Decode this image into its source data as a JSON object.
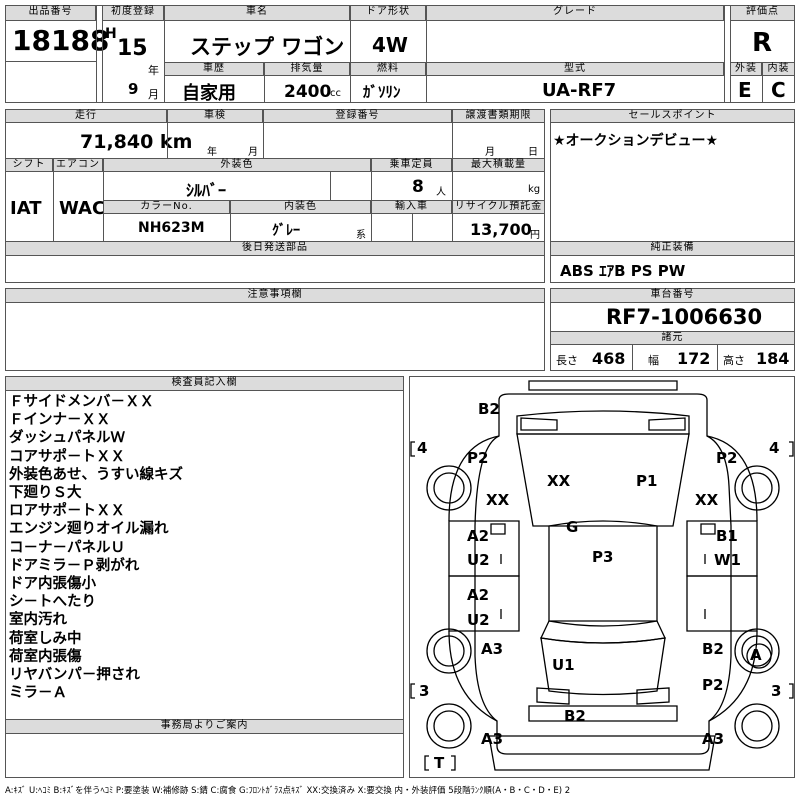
{
  "top": {
    "lot_no_label": "出品番号",
    "lot_no": "18188",
    "first_reg_label": "初度登録",
    "era": "H",
    "year": "15",
    "year_unit": "年",
    "month": "9",
    "month_unit": "月",
    "car_name_label": "車名",
    "car_name": "ステップ ワゴン",
    "door_label": "ドア形状",
    "door": "4W",
    "grade_label": "グレード",
    "grade": "",
    "score_label": "評価点",
    "score": "R",
    "history_label": "車歴",
    "history": "自家用",
    "displacement_label": "排気量",
    "displacement": "2400",
    "displacement_unit": "cc",
    "fuel_label": "燃料",
    "fuel": "ｶﾞｿﾘﾝ",
    "model_label": "型式",
    "model": "UA-RF7",
    "exterior_label": "外装",
    "exterior": "E",
    "interior_label": "内装",
    "interior": "C"
  },
  "mid": {
    "mileage_label": "走行",
    "mileage": "71,840 km",
    "inspection_label": "車検",
    "insp_year_unit": "年",
    "insp_month_unit": "月",
    "reg_no_label": "登録番号",
    "transfer_label": "譲渡書類期限",
    "transfer_month_unit": "月",
    "transfer_day_unit": "日",
    "sales_label": "セールスポイント",
    "sales_point": "★オークションデビュー★",
    "shift_label": "シフト",
    "shift": "IAT",
    "ac_label": "エアコン",
    "ac": "WAC",
    "ext_color_label": "外装色",
    "ext_color": "ｼﾙﾊﾞｰ",
    "capacity_label": "乗車定員",
    "capacity": "8",
    "capacity_unit": "人",
    "load_label": "最大積載量",
    "load_unit": "kg",
    "color_no_label": "カラーNo.",
    "color_no": "NH623M",
    "int_color_label": "内装色",
    "int_color": "ｸﾞﾚｰ",
    "int_color_suffix": "系",
    "import_label": "輸入車",
    "recycle_label": "リサイクル預託金",
    "recycle": "13,700",
    "recycle_unit": "円",
    "later_parts_label": "後日発送部品",
    "equipment_label": "純正装備",
    "equipment": "ABS ｴｱB PS PW",
    "caution_label": "注意事項欄",
    "chassis_label": "車台番号",
    "chassis": "RF7-1006630",
    "specs_label": "諸元",
    "length_label": "長さ",
    "length": "468",
    "width_label": "幅",
    "width": "172",
    "height_label": "高さ",
    "height": "184"
  },
  "inspector": {
    "label": "検査員記入欄",
    "notes": [
      "Ｆサイドメンバ－ＸＸ",
      "Ｆインナ－ＸＸ",
      "ダッシュパネルＷ",
      "コアサポ－トＸＸ",
      "外装色あせ、うすい線キズ",
      "下廻りＳ大",
      "ロアサポ－トＸＸ",
      "エンジン廻りオイル漏れ",
      "コ－ナ－パネルＵ",
      "ドアミラ－Ｐ剥がれ",
      "ドア内張傷小",
      "シ－トへたり",
      "室内汚れ",
      "荷室しみ中",
      "荷室内張傷",
      "リヤバンパ－押され",
      "ミラ－Ａ"
    ],
    "office_label": "事務局よりご案内"
  },
  "diagram": {
    "marks": {
      "b2_top": "B2",
      "p2_left": "P2",
      "p2_right": "P2",
      "four_left": "4",
      "four_right": "4",
      "xx_left": "XX",
      "xx_right": "XX",
      "xx_hood": "XX",
      "p1": "P1",
      "g": "G",
      "p3": "P3",
      "a2_fl": "A2",
      "u2_fl": "U2",
      "b1": "B1",
      "w1": "W1",
      "a2_rl": "A2",
      "u2_rl": "U2",
      "a3_left": "A3",
      "u1": "U1",
      "b2_right": "B2",
      "a_right": "A",
      "p2_rear": "P2",
      "three_left": "3",
      "three_right": "3",
      "b2_bottom": "B2",
      "a3_bl": "A3",
      "a3_br": "A3",
      "t": "T"
    }
  },
  "legend": "A:ｷｽﾞ U:ﾍｺﾐ B:ｷｽﾞを伴うﾍｺﾐ P:要塗装 W:補修跡 S:錆 C:腐食 G:ﾌﾛﾝﾄｶﾞﾗｽ点ｷｽﾞ XX:交換済み X:要交換 内・外装評価 5段階ﾗﾝｸ順(A・B・C・D・E) 2"
}
